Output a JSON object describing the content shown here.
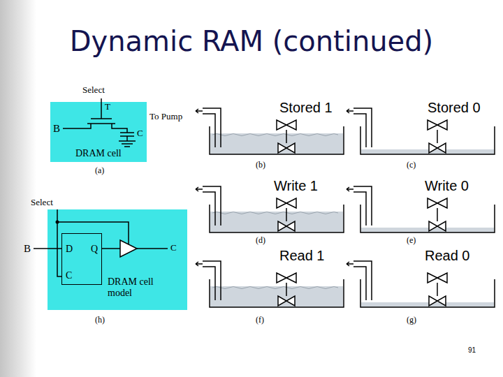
{
  "diagram": {
    "title": "Dynamic RAM (continued)",
    "nodes": [
      {
        "text": [
          "DRAM cell"
        ]
      },
      {
        "text": [
          "DRAM cell model"
        ]
      },
      {
        "text": [
          "D",
          "Q",
          "C"
        ],
        "in": 1
      }
    ],
    "labels": [
      "Select",
      "B",
      "T",
      "C",
      "To Pump",
      "Stored 1",
      "Stored 0",
      "(a)",
      "(b)",
      "(c)",
      "Write 1",
      "Write 0",
      "Select",
      "(d)",
      "(e)",
      "B",
      "C",
      "Read 1",
      "Read 0",
      "(h)",
      "(f)",
      "(g)",
      "91"
    ]
  }
}
